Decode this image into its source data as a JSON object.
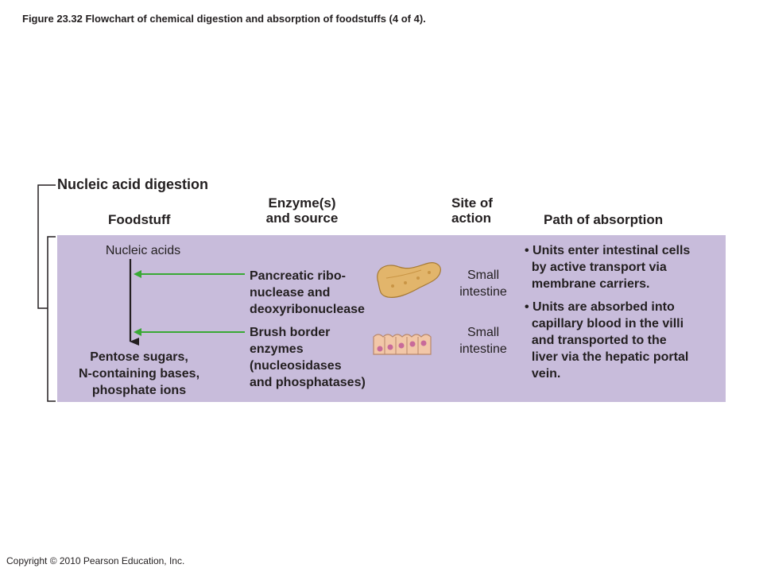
{
  "caption": "Figure 23.32  Flowchart of chemical digestion and absorption of foodstuffs (4 of 4).",
  "copyright": "Copyright © 2010 Pearson Education, Inc.",
  "section_title": "Nucleic acid digestion",
  "headers": {
    "foodstuff": "Foodstuff",
    "enzyme_line1": "Enzyme(s)",
    "enzyme_line2": "and source",
    "site_line1": "Site of",
    "site_line2": "action",
    "path": "Path of absorption"
  },
  "foodstuff": {
    "start": "Nucleic acids",
    "end_lines": [
      "Pentose sugars,",
      "N-containing bases,",
      "phosphate ions"
    ]
  },
  "enzymes": [
    {
      "lines": [
        "Pancreatic ribo-",
        "nuclease and",
        "deoxyribonuclease"
      ],
      "icon": "pancreas-icon",
      "site_lines": [
        "Small",
        "intestine"
      ]
    },
    {
      "lines": [
        "Brush border",
        "enzymes",
        "(nucleosidases",
        "and phosphatases)"
      ],
      "icon": "brush-border-cells-icon",
      "site_lines": [
        "Small",
        "intestine"
      ]
    }
  ],
  "absorption": [
    {
      "lines": [
        "• Units enter intestinal cells",
        "  by active transport via",
        "  membrane carriers."
      ]
    },
    {
      "lines": [
        "• Units are absorbed into",
        "  capillary blood in the villi",
        "  and transported to the",
        "  liver via the hepatic portal",
        "  vein."
      ]
    }
  ],
  "colors": {
    "panel": "#c8bcdb",
    "arrow_green": "#39a935",
    "text": "#231f20",
    "pancreas": "#e2b56b",
    "cells": "#f2c7a8",
    "nuclei": "#c86a9a"
  }
}
